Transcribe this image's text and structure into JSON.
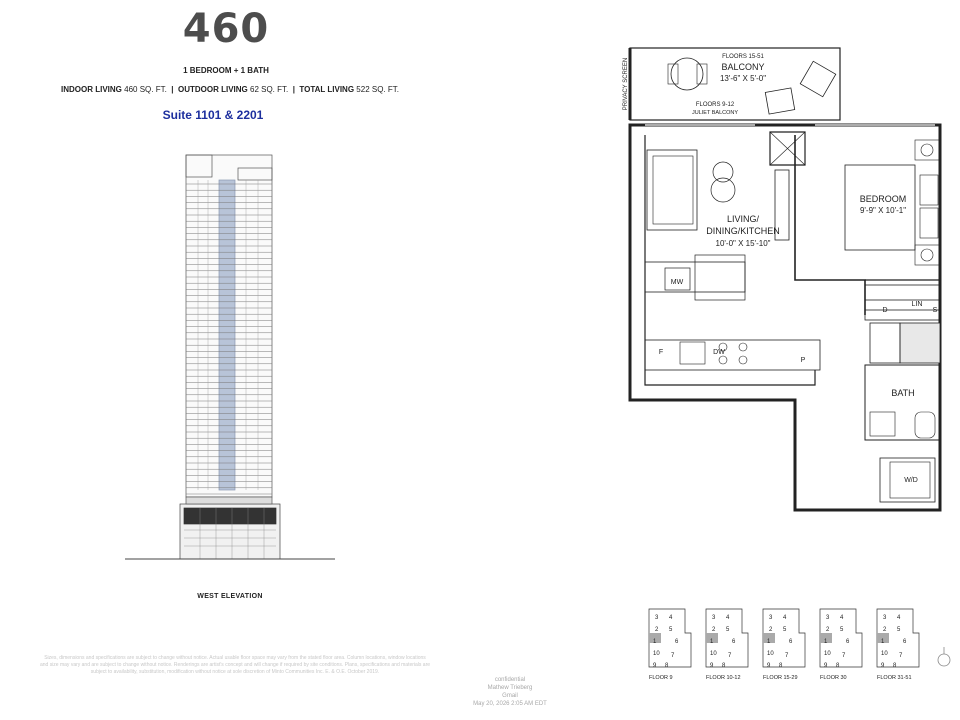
{
  "header": {
    "unit_size": "460",
    "room_summary": "1 BEDROOM + 1 BATH",
    "indoor_label": "INDOOR LIVING",
    "indoor_value": "460 SQ. FT.",
    "outdoor_label": "OUTDOOR LIVING",
    "outdoor_value": "62 SQ. FT.",
    "total_label": "TOTAL LIVING",
    "total_value": "522 SQ. FT.",
    "separator": "|",
    "suite": "Suite 1101 & 2201"
  },
  "elevation": {
    "label": "WEST ELEVATION"
  },
  "floorplan": {
    "privacy_screen": "PRIVACY SCREEN",
    "balcony_floors": "FLOORS 15-51",
    "balcony_name": "BALCONY",
    "balcony_dims": "13'-6\" X 5'-0\"",
    "juliet_floors": "FLOORS 9-12",
    "juliet_name": "JULIET BALCONY",
    "living_line1": "LIVING/",
    "living_line2": "DINING/KITCHEN",
    "living_dims": "10'-0\" X 15'-10\"",
    "bedroom_name": "BEDROOM",
    "bedroom_dims": "9'-9\" X 10'-1\"",
    "mw": "MW",
    "lin": "LIN",
    "d": "D",
    "s": "S",
    "f": "F",
    "dw": "DW",
    "p": "P",
    "bath": "BATH",
    "wd": "W/D"
  },
  "keyplans": [
    {
      "label": "FLOOR 9"
    },
    {
      "label": "FLOOR 10-12"
    },
    {
      "label": "FLOOR 15-29"
    },
    {
      "label": "FLOOR 30"
    },
    {
      "label": "FLOOR 31-51"
    }
  ],
  "keyplan_numbers": [
    "3",
    "4",
    "2",
    "5",
    "1",
    "6",
    "10",
    "7",
    "9",
    "8"
  ],
  "disclaimer": {
    "line1": "Sizes, dimensions and specifications are subject to change without notice. Actual usable floor space may vary from the stated floor area. Column locations, window locations",
    "line2": "and size may vary and are subject to change without notice. Renderings are artist's concept and will change if required by site conditions. Plans, specifications and materials are",
    "line3": "subject to availability, substitution, modification without notice at sole discretion of Minto Communities Inc. E. & O.E. October 2019."
  },
  "confidential": {
    "line1": "confidential",
    "line2": "Mathew Trieberg",
    "line3": "Gmail",
    "line4": "May 20, 2026 2:05 AM EDT"
  }
}
